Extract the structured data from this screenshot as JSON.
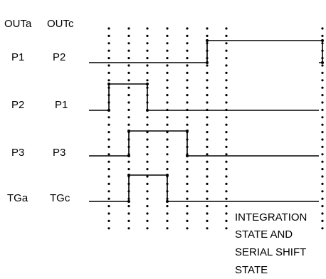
{
  "columns": {
    "out_a": "OUTa",
    "out_c": "OUTc"
  },
  "signals": [
    {
      "a_label": "P1",
      "c_label": "P2",
      "high_from": 6,
      "high_to": 8
    },
    {
      "a_label": "P2",
      "c_label": "P1",
      "high_from": 1,
      "high_to": 3
    },
    {
      "a_label": "P3",
      "c_label": "P3",
      "high_from": 2,
      "high_to": 5
    },
    {
      "a_label": "TGa",
      "c_label": "TGc",
      "high_from": 2,
      "high_to": 4
    }
  ],
  "note_lines": [
    "INTEGRATION",
    "STATE AND",
    "SERIAL SHIFT",
    "STATE"
  ],
  "colors": {
    "ink": "#000000",
    "background": "#ffffff"
  }
}
